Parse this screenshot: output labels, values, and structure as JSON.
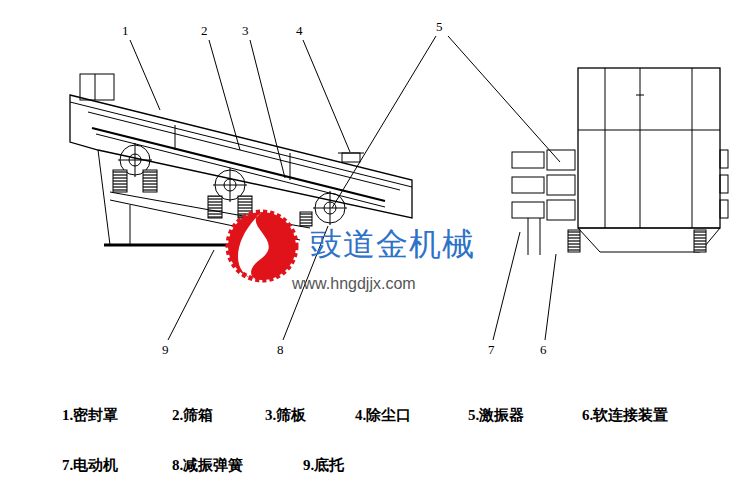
{
  "diagram": {
    "labels": [
      "1",
      "2",
      "3",
      "4",
      "5",
      "9",
      "8",
      "7",
      "6",
      "豉道金机械",
      "www.hngdjjx.com",
      "1.密封罩",
      "2.筛箱",
      "3.筛板",
      "4.除尘口",
      "5.激振器",
      "6.软连接装置",
      "7.电动机",
      "8.减振弹簧",
      "9.底托"
    ]
  }
}
